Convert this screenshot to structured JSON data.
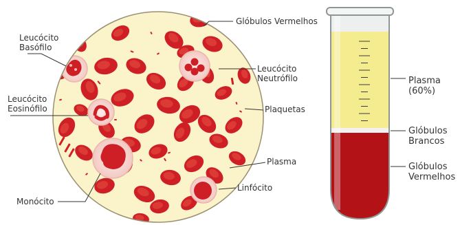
{
  "colors": {
    "background": "#ffffff",
    "circle_fill": "#fbf3c9",
    "circle_stroke": "#9a8f73",
    "rbc": "#cf1f26",
    "rbc_center": "#e8503f",
    "wbc_halo": "#f7d7d2",
    "plasma": "#f5ec8f",
    "blood": "#b31217",
    "buffy": "#f2f2f2",
    "glass": "#eef0f0",
    "leader": "#333333"
  },
  "diagram": {
    "labels": {
      "globulos_vermelhos": "Glóbulos Vermelhos",
      "leucocito_basofilo": [
        "Leucócito",
        "Basófilo"
      ],
      "leucocito_neutrofilo": [
        "Leucócito",
        "Neutrófilo"
      ],
      "leucocito_eosinofilo": [
        "Leucócito",
        "Eosinófilo"
      ],
      "plaquetas": "Plaquetas",
      "plasma": "Plasma",
      "monocito": "Monócito",
      "linfocito": "Linfócito"
    }
  },
  "tube": {
    "plasma": [
      "Plasma",
      "(60%)"
    ],
    "globulos_brancos": [
      "Glóbulos",
      "Brancos"
    ],
    "globulos_vermelhos": [
      "Glóbulos",
      "Vermelhos"
    ]
  }
}
